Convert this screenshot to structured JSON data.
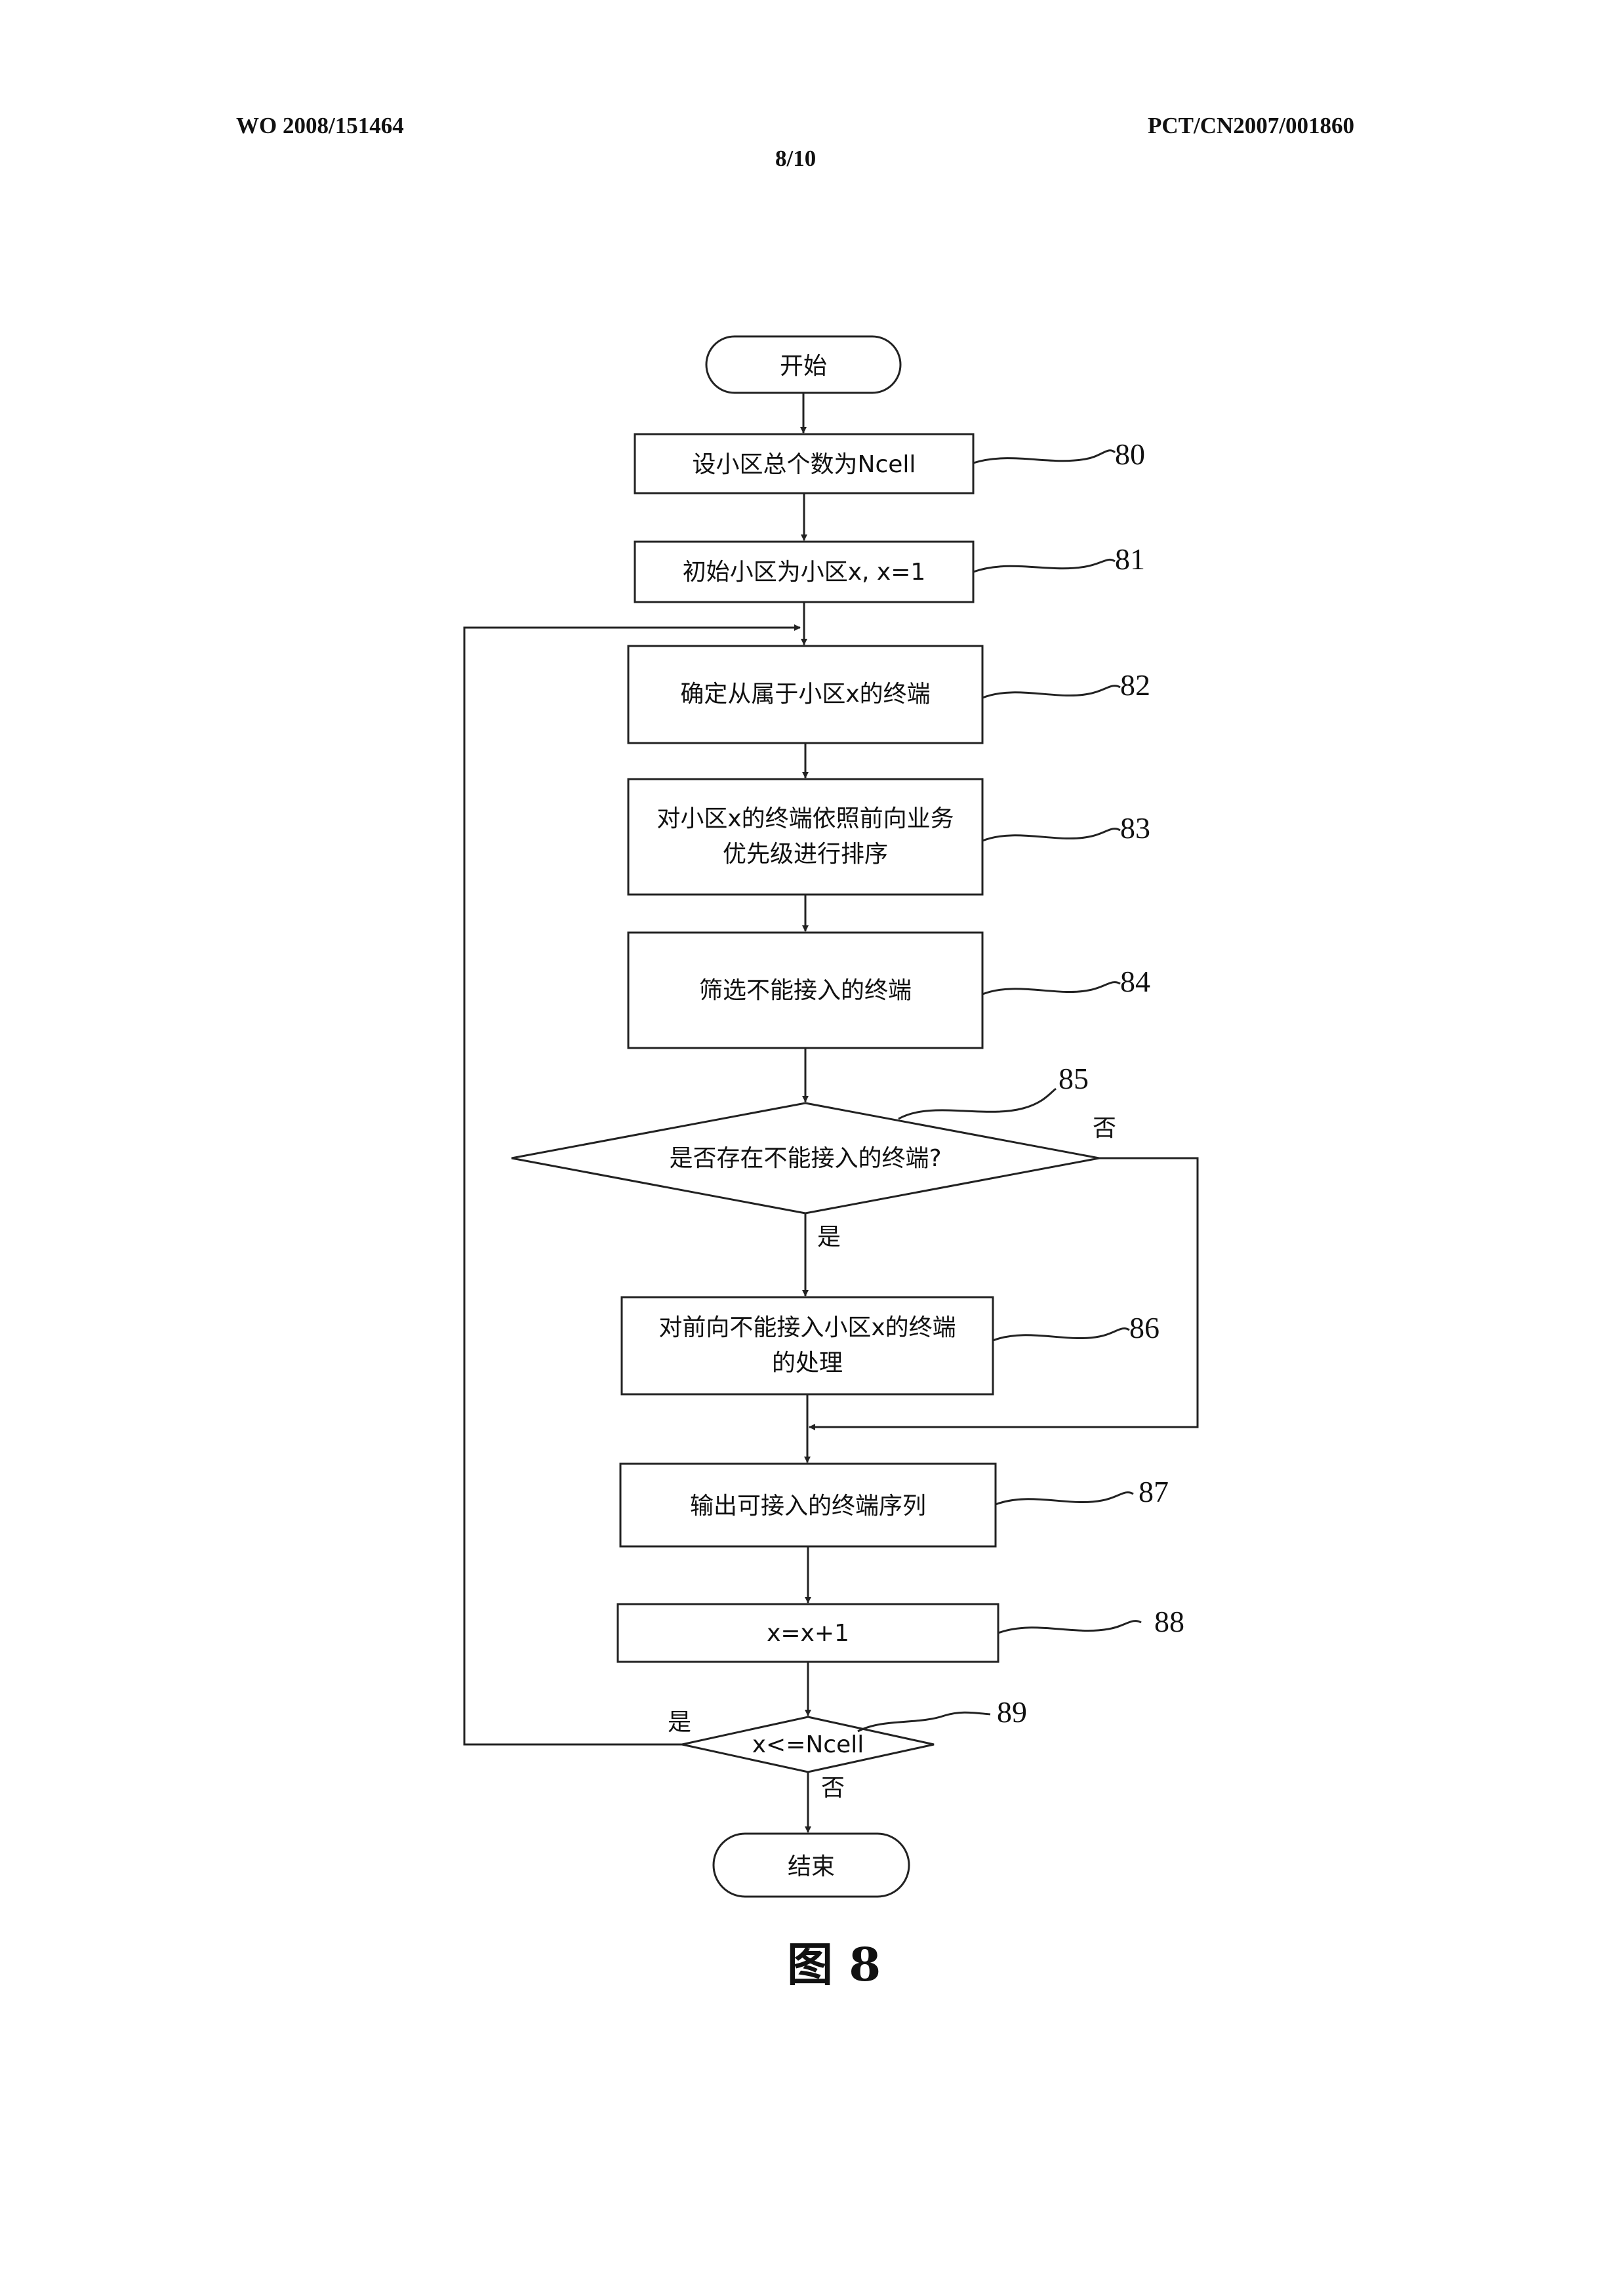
{
  "header": {
    "left": "WO 2008/151464",
    "right": "PCT/CN2007/001860",
    "page": "8/10"
  },
  "figure_caption": "图 8",
  "flowchart": {
    "start": "开始",
    "end": "结束",
    "steps": [
      {
        "ref": "80",
        "lines": [
          "设小区总个数为Ncell"
        ]
      },
      {
        "ref": "81",
        "lines": [
          "初始小区为小区x, x=1"
        ]
      },
      {
        "ref": "82",
        "lines": [
          "确定从属于小区x的终端"
        ]
      },
      {
        "ref": "83",
        "lines": [
          "对小区x的终端依照前向业务",
          "优先级进行排序"
        ]
      },
      {
        "ref": "84",
        "lines": [
          "筛选不能接入的终端"
        ]
      },
      {
        "ref": "86",
        "lines": [
          "对前向不能接入小区x的终端",
          "的处理"
        ]
      },
      {
        "ref": "87",
        "lines": [
          "输出可接入的终端序列"
        ]
      },
      {
        "ref": "88",
        "lines": [
          "x=x+1"
        ]
      }
    ],
    "decisions": [
      {
        "ref": "85",
        "text": "是否存在不能接入的终端?",
        "yes": "是",
        "no": "否"
      },
      {
        "ref": "89",
        "text": "x<=Ncell",
        "yes": "是",
        "no": "否"
      }
    ]
  }
}
